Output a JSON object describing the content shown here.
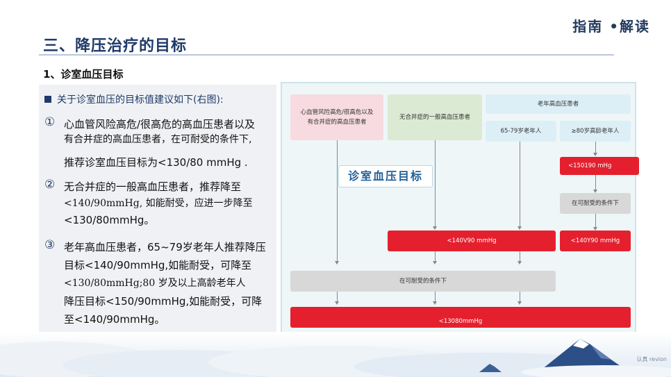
{
  "header": {
    "brand": "指南 •解读",
    "title": "三、降压治疗的目标",
    "subtitle": "1、诊室血压目标"
  },
  "left": {
    "heading": "关于诊室血压的目标值建议如下(右图):",
    "items": [
      {
        "num": "①",
        "lines": [
          "心血管风险高危/很高危的高血压患者以及",
          "有合并症的高血压患者，在可耐受的条件下,",
          "推荐诊室血压目标为<130/80 mmHg  ."
        ]
      },
      {
        "num": "②",
        "lines": [
          "无合并症的一般高血压患者，推荐降至",
          "<140/90mmHg, 如能耐受，应进一步降至",
          "<130/80mmHg。"
        ]
      },
      {
        "num": "③",
        "lines": [
          "老年高血压患者，65~79岁老年人推荐降压",
          "目标<140/90mmHg,如能耐受，可降至",
          "<130/80mmHg;80   岁及以上高龄老年人",
          "降压目标<150/90mmHg,如能耐受，可降",
          "至<140/90mmHg。"
        ]
      }
    ]
  },
  "diagram": {
    "box_high_risk": "心血管风险高危/很高危以及\n有合并症的高血压患者",
    "box_general": "无合并症的一般高血压患者",
    "box_elderly": "老年高血压患者",
    "box_65_79": "65-79岁老年人",
    "box_80_plus": "≥80岁高龄老年人",
    "target_label": "诊室血压目标",
    "red_150": "<150190      mHg",
    "gray_tolerable_1": "在可耐受的条件下",
    "red_140_left": "<140V90 mmHg",
    "red_140_right": "<140Y90 mmHg",
    "gray_tolerable_2": "在可耐受的条件下",
    "red_130": "<13080mmHg"
  },
  "footer": {
    "mark": "认真 revion"
  }
}
